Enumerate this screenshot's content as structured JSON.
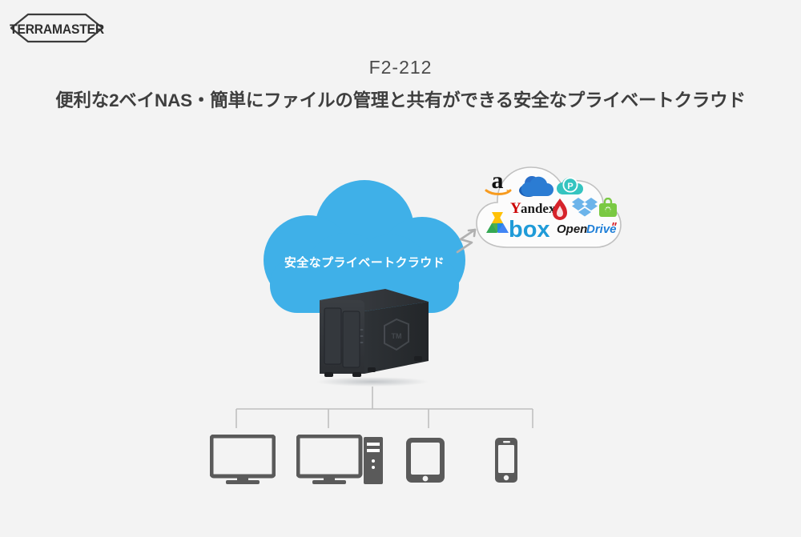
{
  "brand": {
    "name": "TERRAMASTER",
    "logo_icon": "terramaster-hexagon-logo"
  },
  "header": {
    "model": "F2-212",
    "tagline": "便利な2ベイNAS・簡単にファイルの管理と共有ができる安全なプライベートクラウド"
  },
  "diagram": {
    "private_cloud": {
      "label": "安全なプライベートクラウド",
      "color": "#3FB0E8"
    },
    "connector_icon": "zigzag-sync-connector",
    "nas_device": {
      "name": "F2-212 NAS",
      "bays": 2,
      "color": "#33363a",
      "side_logo_icon": "terramaster-hexagon-emboss"
    },
    "services_cloud": {
      "outline_color": "#b9b9b9",
      "fill_color": "#fbfbfb",
      "services": [
        {
          "name": "Amazon Drive",
          "icon": "amazon-icon",
          "color": "#000000"
        },
        {
          "name": "OneDrive",
          "icon": "onedrive-icon",
          "color": "#1a6cc8"
        },
        {
          "name": "pCloud",
          "icon": "pcloud-icon",
          "color": "#17b9b2"
        },
        {
          "name": "Yandex Disk",
          "icon": "yandex-icon",
          "color": "#cc0000"
        },
        {
          "name": "HiDrive",
          "icon": "red-flame-icon",
          "color": "#d6232b"
        },
        {
          "name": "Dropbox",
          "icon": "dropbox-icon",
          "color": "#5aa7e4"
        },
        {
          "name": "MediaFire",
          "icon": "green-briefcase-icon",
          "color": "#7ac943"
        },
        {
          "name": "Google Drive",
          "icon": "google-drive-icon",
          "color": "#0f9d58"
        },
        {
          "name": "Box",
          "icon": "box-icon",
          "color": "#1f9bd8"
        },
        {
          "name": "OpenDrive",
          "icon": "opendrive-icon",
          "color": "#1a1a1a"
        }
      ],
      "labels": {
        "yandex": "Yandex",
        "box": "box",
        "opendrive_open": "Open",
        "opendrive_drive": "Drive"
      }
    },
    "clients": [
      {
        "name": "Desktop monitor",
        "icon": "monitor-icon"
      },
      {
        "name": "Desktop PC with monitor",
        "icon": "monitor-tower-icon"
      },
      {
        "name": "Tablet",
        "icon": "tablet-icon"
      },
      {
        "name": "Smartphone",
        "icon": "smartphone-icon"
      }
    ],
    "line_color": "#bfbfbf",
    "device_color": "#5a5a5a"
  }
}
